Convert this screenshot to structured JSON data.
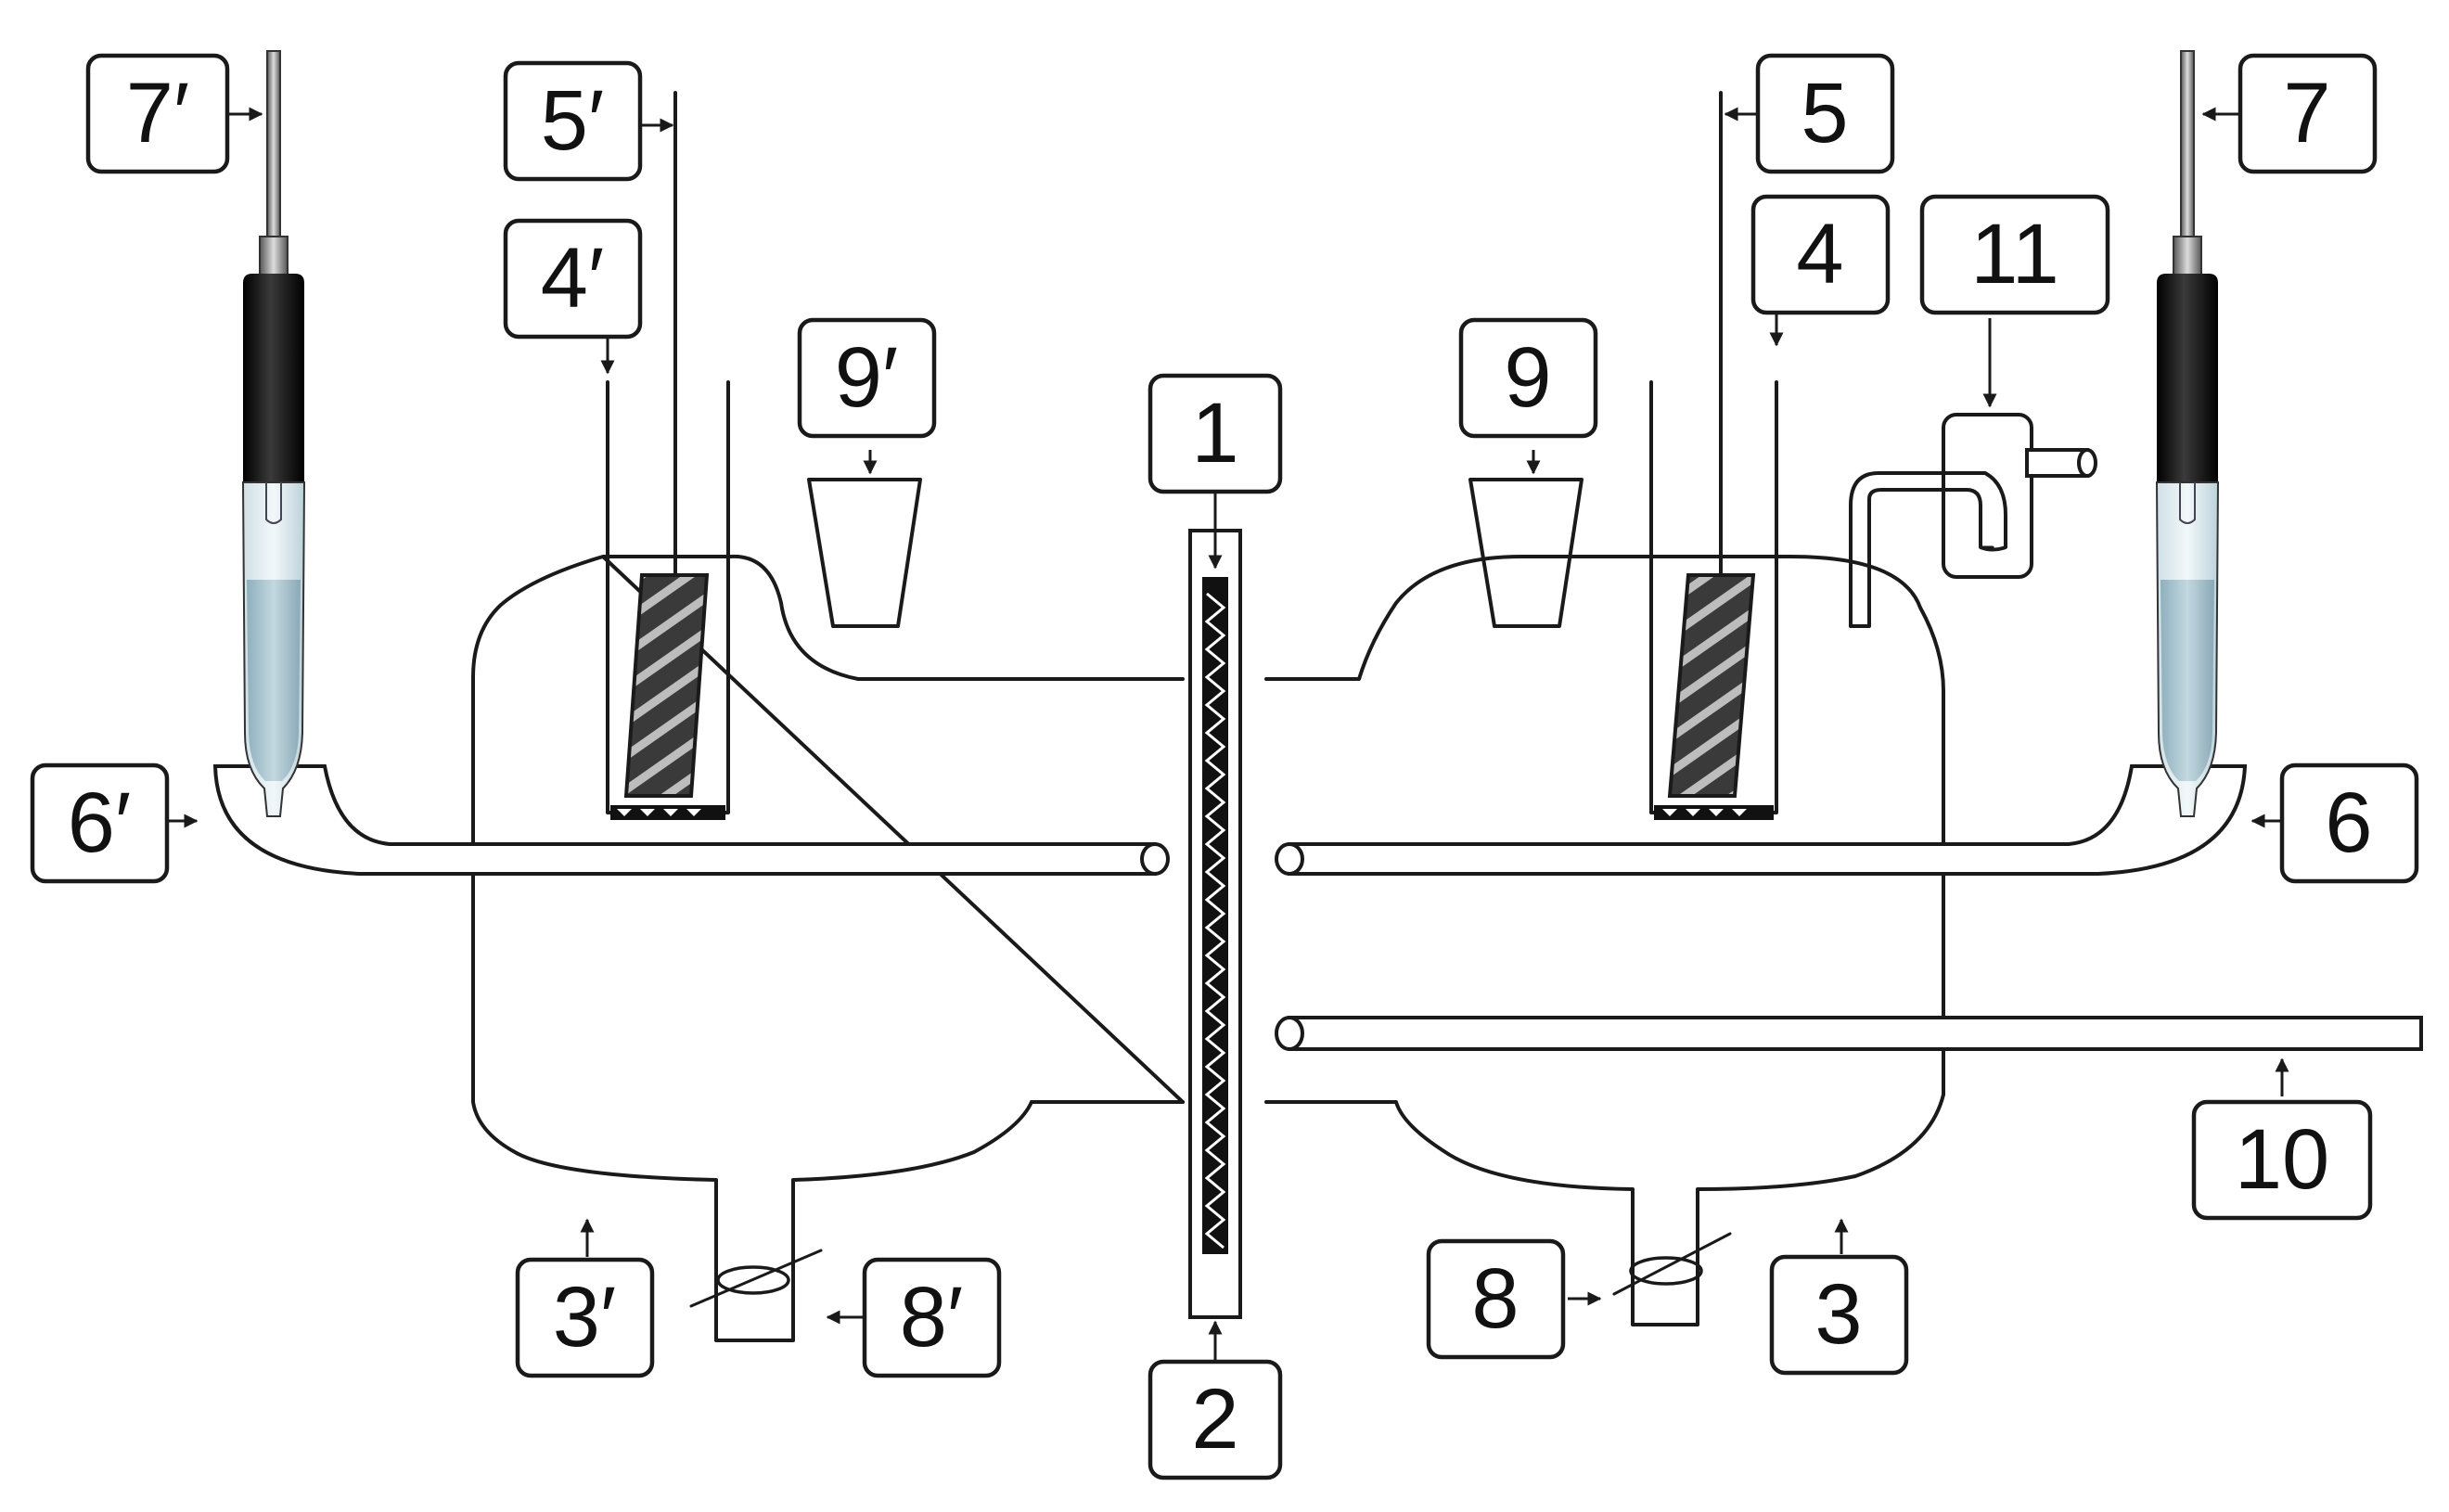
{
  "labels": {
    "l1": "1",
    "l2": "2",
    "l3": "3",
    "l3p": "3′",
    "l4": "4",
    "l4p": "4′",
    "l5": "5",
    "l5p": "5′",
    "l6": "6",
    "l6p": "6′",
    "l7": "7",
    "l7p": "7′",
    "l8": "8",
    "l8p": "8′",
    "l9": "9",
    "l9p": "9′",
    "l10": "10",
    "l11": "11"
  },
  "colors": {
    "line": "#1a1a1a",
    "electrode_cap": "#111111",
    "electrode_glass": "#e9f2f5",
    "electrode_fill": "#a9c4cf",
    "tube_fill": "#ffffff"
  }
}
